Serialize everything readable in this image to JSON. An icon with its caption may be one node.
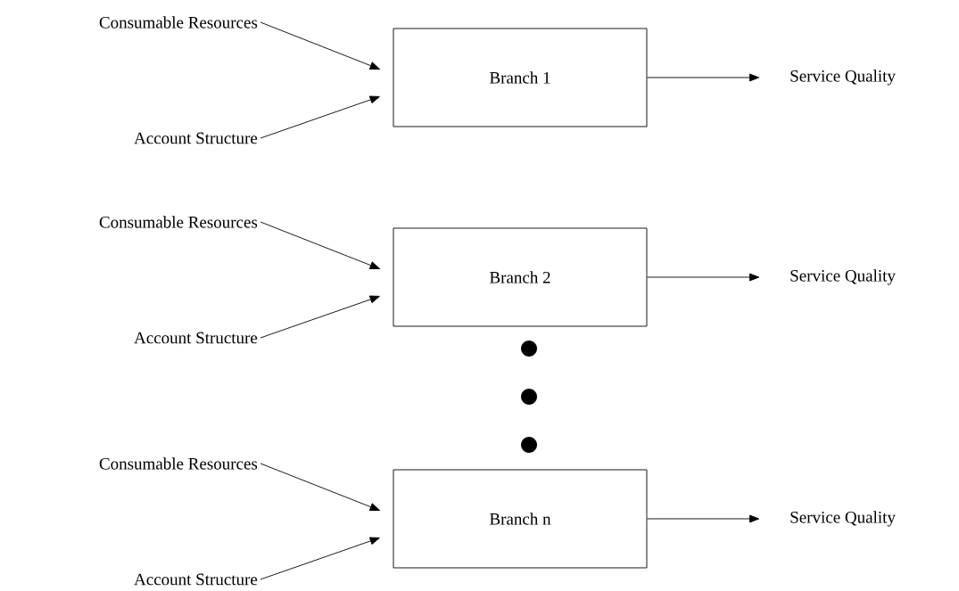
{
  "diagram": {
    "nodes": [
      {
        "text": [
          "Consumable Resources"
        ]
      },
      {
        "text": [
          "Branch 1"
        ]
      },
      {
        "text": [
          "Service Quality"
        ]
      },
      {
        "text": [
          "Account Structure"
        ]
      },
      {
        "text": [
          "Consumable Resources"
        ]
      },
      {
        "text": [
          "Branch 2"
        ]
      },
      {
        "text": [
          "Service Quality"
        ]
      },
      {
        "text": [
          "Account Structure"
        ]
      },
      {
        "text": [
          "Consumable Resources"
        ]
      },
      {
        "text": [
          "Branch n"
        ]
      },
      {
        "text": [
          "Service Quality"
        ]
      },
      {
        "text": [
          "Account Structure"
        ]
      }
    ],
    "edges": [
      {
        "from": 0,
        "to": 1,
        "arrow": "to"
      },
      {
        "from": 3,
        "to": 1,
        "arrow": "to"
      },
      {
        "from": 1,
        "to": 2,
        "arrow": "to"
      },
      {
        "from": 4,
        "to": 5,
        "arrow": "to"
      },
      {
        "from": 7,
        "to": 5,
        "arrow": "to"
      },
      {
        "from": 5,
        "to": 6,
        "arrow": "to"
      },
      {
        "from": 8,
        "to": 9,
        "arrow": "to"
      },
      {
        "from": 11,
        "to": 9,
        "arrow": "to"
      },
      {
        "from": 9,
        "to": 10,
        "arrow": "to"
      }
    ]
  }
}
